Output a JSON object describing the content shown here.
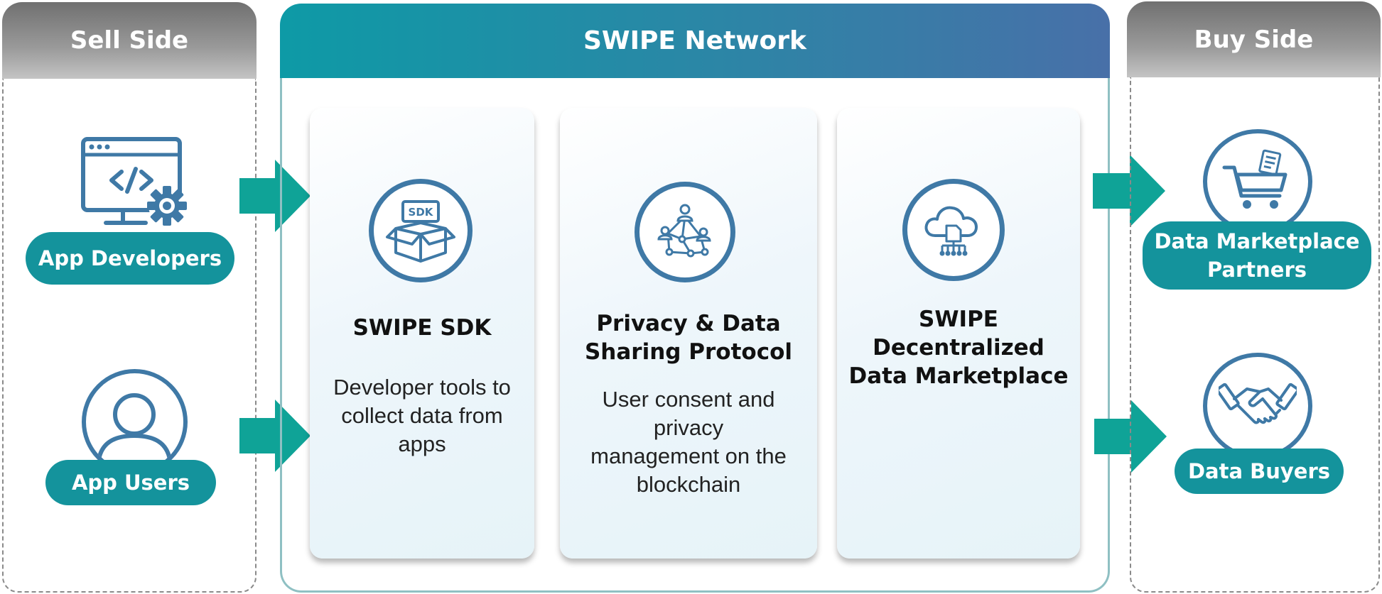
{
  "sell_side": {
    "title": "Sell Side",
    "actors": [
      {
        "label": "App Developers",
        "icon": "developer-computer-gear-icon"
      },
      {
        "label": "App Users",
        "icon": "user-icon"
      }
    ]
  },
  "network": {
    "title": "SWIPE Network",
    "cards": [
      {
        "title": "SWIPE SDK",
        "description": "Developer tools to\ncollect data from\napps",
        "icon": "sdk-box-icon"
      },
      {
        "title": "Privacy & Data\nSharing Protocol",
        "description": "User consent and\nprivacy\nmanagement on the\nblockchain",
        "icon": "network-people-icon"
      },
      {
        "title": "SWIPE\nDecentralized\nData Marketplace",
        "description": "",
        "icon": "cloud-data-icon"
      }
    ]
  },
  "buy_side": {
    "title": "Buy Side",
    "actors": [
      {
        "label": "Data Marketplace\nPartners",
        "icon": "shopping-cart-icon"
      },
      {
        "label": "Data Buyers",
        "icon": "handshake-icon"
      }
    ]
  },
  "colors": {
    "teal": "#14939c",
    "arrow_teal": "#0fa397",
    "icon_blue": "#3f79a6",
    "header_gray": "#8a8a8a",
    "network_gradient_start": "#0e9aa6",
    "network_gradient_end": "#4870a8"
  }
}
